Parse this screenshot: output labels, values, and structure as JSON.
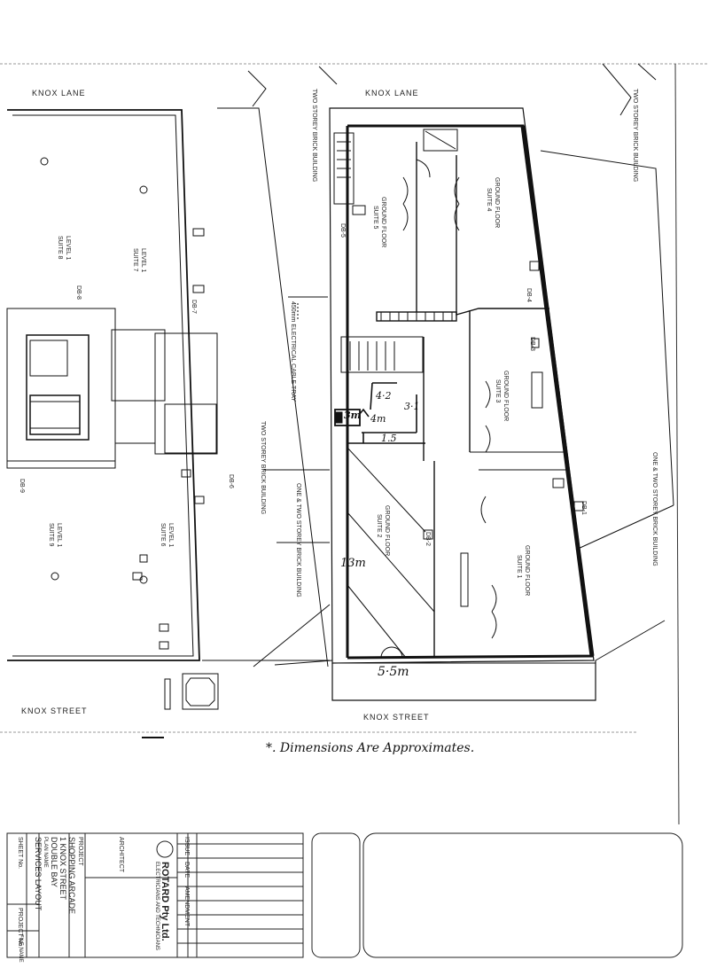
{
  "streets": {
    "knox_lane_left": "KNOX LANE",
    "knox_lane_right": "KNOX LANE",
    "knox_street_left": "KNOX STREET",
    "knox_street_right": "KNOX STREET"
  },
  "buildings": {
    "two_storey_brick_top_mid": "TWO STOREY BRICK BUILDING",
    "two_storey_brick_top_right": "TWO STOREY BRICK BUILDING",
    "three_storey_brick_mid": "TWO STOREY BRICK BUILDING",
    "one_two_storey_mid": "ONE & TWO STOREY BRICK BUILDING",
    "one_two_storey_right": "ONE & TWO STOREY BRICK BUILDING",
    "cable_tray": "450mm ELECTRICAL CABLE TRAY"
  },
  "suites": {
    "gf_suite_4": [
      "GROUND FLOOR",
      "SUITE 4"
    ],
    "gf_suite_5": [
      "GROUND FLOOR",
      "SUITE 5"
    ],
    "gf_suite_3": [
      "GROUND FLOOR",
      "SUITE 3"
    ],
    "gf_suite_2": [
      "GROUND FLOOR",
      "SUITE 2"
    ],
    "gf_suite_1": [
      "GROUND FLOOR",
      "SUITE 1"
    ],
    "l1_suite_7": [
      "LEVEL 1",
      "SUITE 7"
    ],
    "l1_suite_8": [
      "LEVEL 1",
      "SUITE 8"
    ],
    "l1_suite_6": [
      "LEVEL 1",
      "SUITE 6"
    ],
    "l1_suite_9": [
      "LEVEL 1",
      "SUITE 9"
    ]
  },
  "boards": [
    "DB-1",
    "DB-2",
    "DB-3",
    "DB-4",
    "DB-5",
    "DB-6",
    "DB-7",
    "DB-8",
    "DB-9"
  ],
  "handwritten": {
    "note": "*. Dimensions Are Approximates.",
    "dim_13m": "13m",
    "dim_55m": "5·5m",
    "dim_15": "1.5",
    "dim_3m": "3m",
    "dim_4m": "4m",
    "dim_31": "3·1",
    "dim_42": "4·2"
  },
  "title_block": {
    "amendments_header": [
      "ISSUE",
      "DATE",
      "AMENDMENT"
    ],
    "architect_label": "ARCHITECT",
    "company_name": "ROTARD Pty Ltd.",
    "company_sub": "ELECTRICIANS AND TECHNICIANS",
    "project_label": "PROJECT",
    "project_name": "SHOPPING ARCADE",
    "project_addr1": "1 KNOX STREET",
    "project_addr2": "DOUBLE BAY",
    "plan_name_label": "PLAN NAME",
    "plan_name": "SERVICES LAYOUT",
    "sheet_label": "SHEET No.",
    "project_no_label": "PROJECT No.",
    "file_name_label": "FILE NAME"
  }
}
